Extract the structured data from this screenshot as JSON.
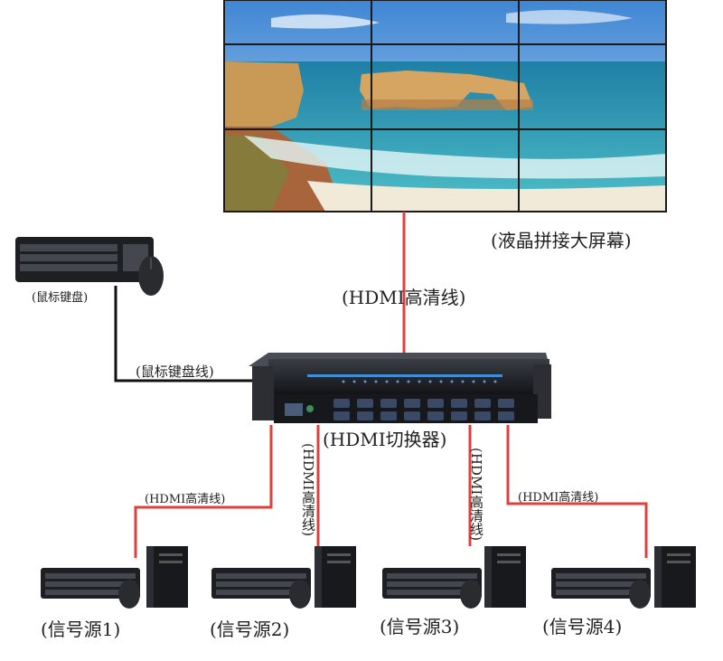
{
  "labels": {
    "screen": "(液晶拼接大屏幕)",
    "hdmi_main": "(HDMI高清线)",
    "keyboard_mouse": "(鼠标键盘)",
    "km_cable": "(鼠标键盘线)",
    "switcher": "(HDMI切换器)",
    "hdmi_1": "(HDMI高清线)",
    "hdmi_2": "(HDMI高清线)",
    "hdmi_3": "(HDMI高清线)",
    "hdmi_4": "(HDMI高清线)",
    "source_1": "(信号源1)",
    "source_2": "(信号源2)",
    "source_3": "(信号源3)",
    "source_4": "(信号源4)"
  },
  "colors": {
    "cable_red": "#e0403c",
    "cable_black": "#111111",
    "sea": "#2a9fb5",
    "sky": "#7fb7e6",
    "device": "#1b1d22"
  }
}
